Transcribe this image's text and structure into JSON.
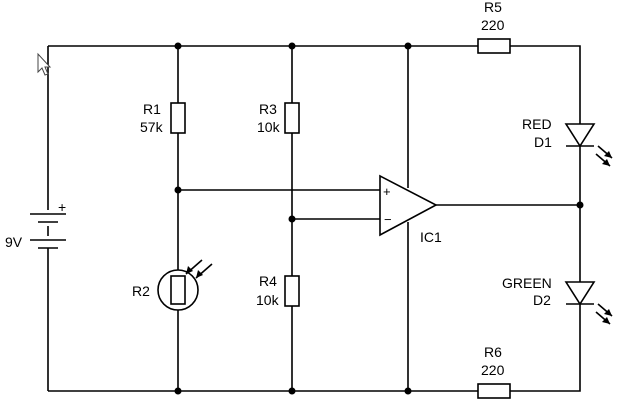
{
  "battery": {
    "voltage": "9V",
    "plus": "+"
  },
  "resistors": {
    "r1": {
      "name": "R1",
      "value": "57k"
    },
    "r3": {
      "name": "R3",
      "value": "10k"
    },
    "r4": {
      "name": "R4",
      "value": "10k"
    },
    "r5": {
      "name": "R5",
      "value": "220"
    },
    "r6": {
      "name": "R6",
      "value": "220"
    },
    "r2": {
      "name": "R2"
    }
  },
  "opamp": {
    "name": "IC1",
    "plus": "+",
    "minus": "−"
  },
  "leds": {
    "d1": {
      "color": "RED",
      "name": "D1"
    },
    "d2": {
      "color": "GREEN",
      "name": "D2"
    }
  }
}
